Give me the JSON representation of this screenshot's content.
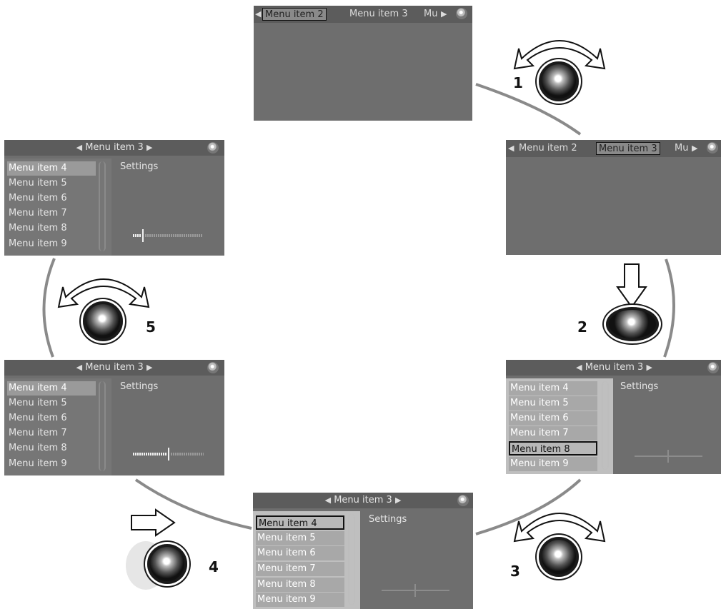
{
  "screen1": {
    "tabs": [
      "Menu item 2",
      "Menu item 3",
      "Menu item"
    ],
    "tab_visible_last": "Mu"
  },
  "screen2": {
    "tabs": [
      "Menu item 2",
      "Menu item 3",
      "Menu item"
    ],
    "tab_visible_last": "Mu"
  },
  "screen3": {
    "title": "Menu item 3",
    "items": [
      "Menu item 4",
      "Menu item 5",
      "Menu item 6",
      "Menu item 7",
      "Menu item 8",
      "Menu item 9"
    ],
    "settings_label": "Settings"
  },
  "screen4": {
    "title": "Menu item 3",
    "items": [
      "Menu item 4",
      "Menu item 5",
      "Menu item 6",
      "Menu item 7",
      "Menu item 8",
      "Menu item 9"
    ],
    "settings_label": "Settings"
  },
  "screen5": {
    "title": "Menu item 3",
    "items": [
      "Menu item 4",
      "Menu item 5",
      "Menu item 6",
      "Menu item 7",
      "Menu item 8",
      "Menu item 9"
    ],
    "settings_label": "Settings"
  },
  "screen6": {
    "title": "Menu item 3",
    "items": [
      "Menu item 4",
      "Menu item 5",
      "Menu item 6",
      "Menu item 7",
      "Menu item 8",
      "Menu item 9"
    ],
    "settings_label": "Settings"
  },
  "steps": [
    "1",
    "2",
    "3",
    "4",
    "5"
  ],
  "colors": {
    "screen_bg": "#6e6e6e",
    "header_bg": "#5c5c5c",
    "arc": "#8a8a8a"
  }
}
